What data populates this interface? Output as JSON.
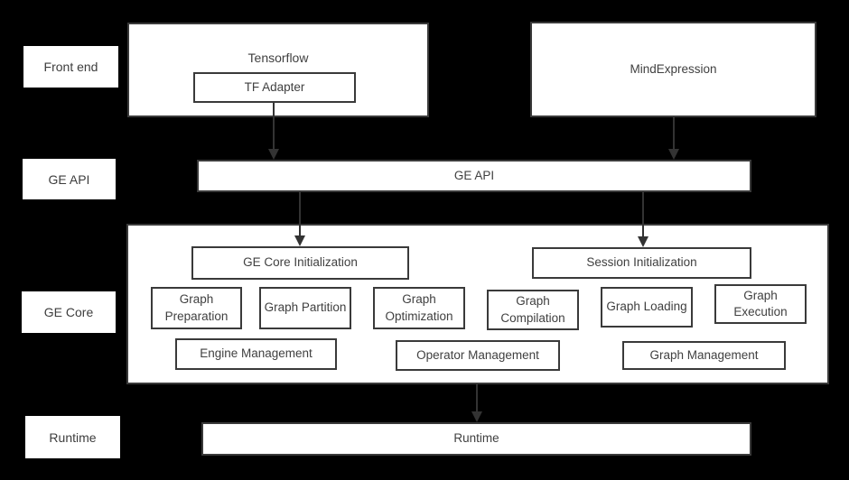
{
  "layers": {
    "front_end": "Front end",
    "ge_api": "GE API",
    "ge_core": "GE Core",
    "runtime": "Runtime"
  },
  "boxes": {
    "tensorflow": "Tensorflow",
    "tf_adapter": "TF Adapter",
    "mind_expression": "MindExpression",
    "ge_api_bar": "GE API",
    "ge_core_initialization": "GE Core Initialization",
    "session_initialization": "Session Initialization",
    "graph_preparation": "Graph Preparation",
    "graph_partition": "Graph Partition",
    "graph_optimization": "Graph Optimization",
    "graph_compilation": "Graph Compilation",
    "graph_loading": "Graph Loading",
    "graph_execution": "Graph Execution",
    "engine_management": "Engine Management",
    "operator_management": "Operator Management",
    "graph_management": "Graph Management",
    "runtime_bar": "Runtime"
  },
  "colors": {
    "background": "#000000",
    "box_fill": "#ffffff",
    "border": "#3a3a3a",
    "text": "#404040",
    "arrow": "#333333"
  }
}
